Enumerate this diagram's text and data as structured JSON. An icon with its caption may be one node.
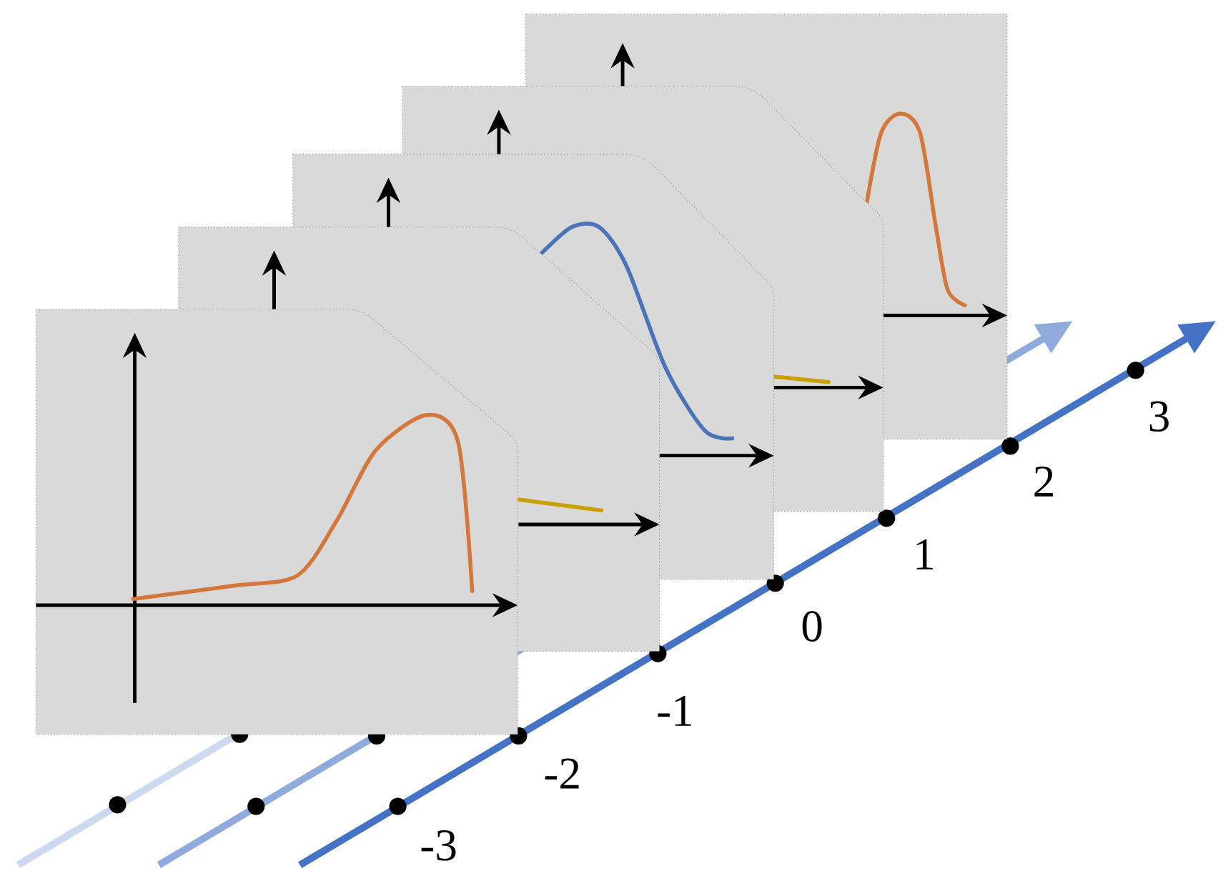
{
  "diagram": {
    "labels": [
      "3",
      "2",
      "1",
      "0",
      "-1",
      "-2",
      "-3"
    ]
  }
}
